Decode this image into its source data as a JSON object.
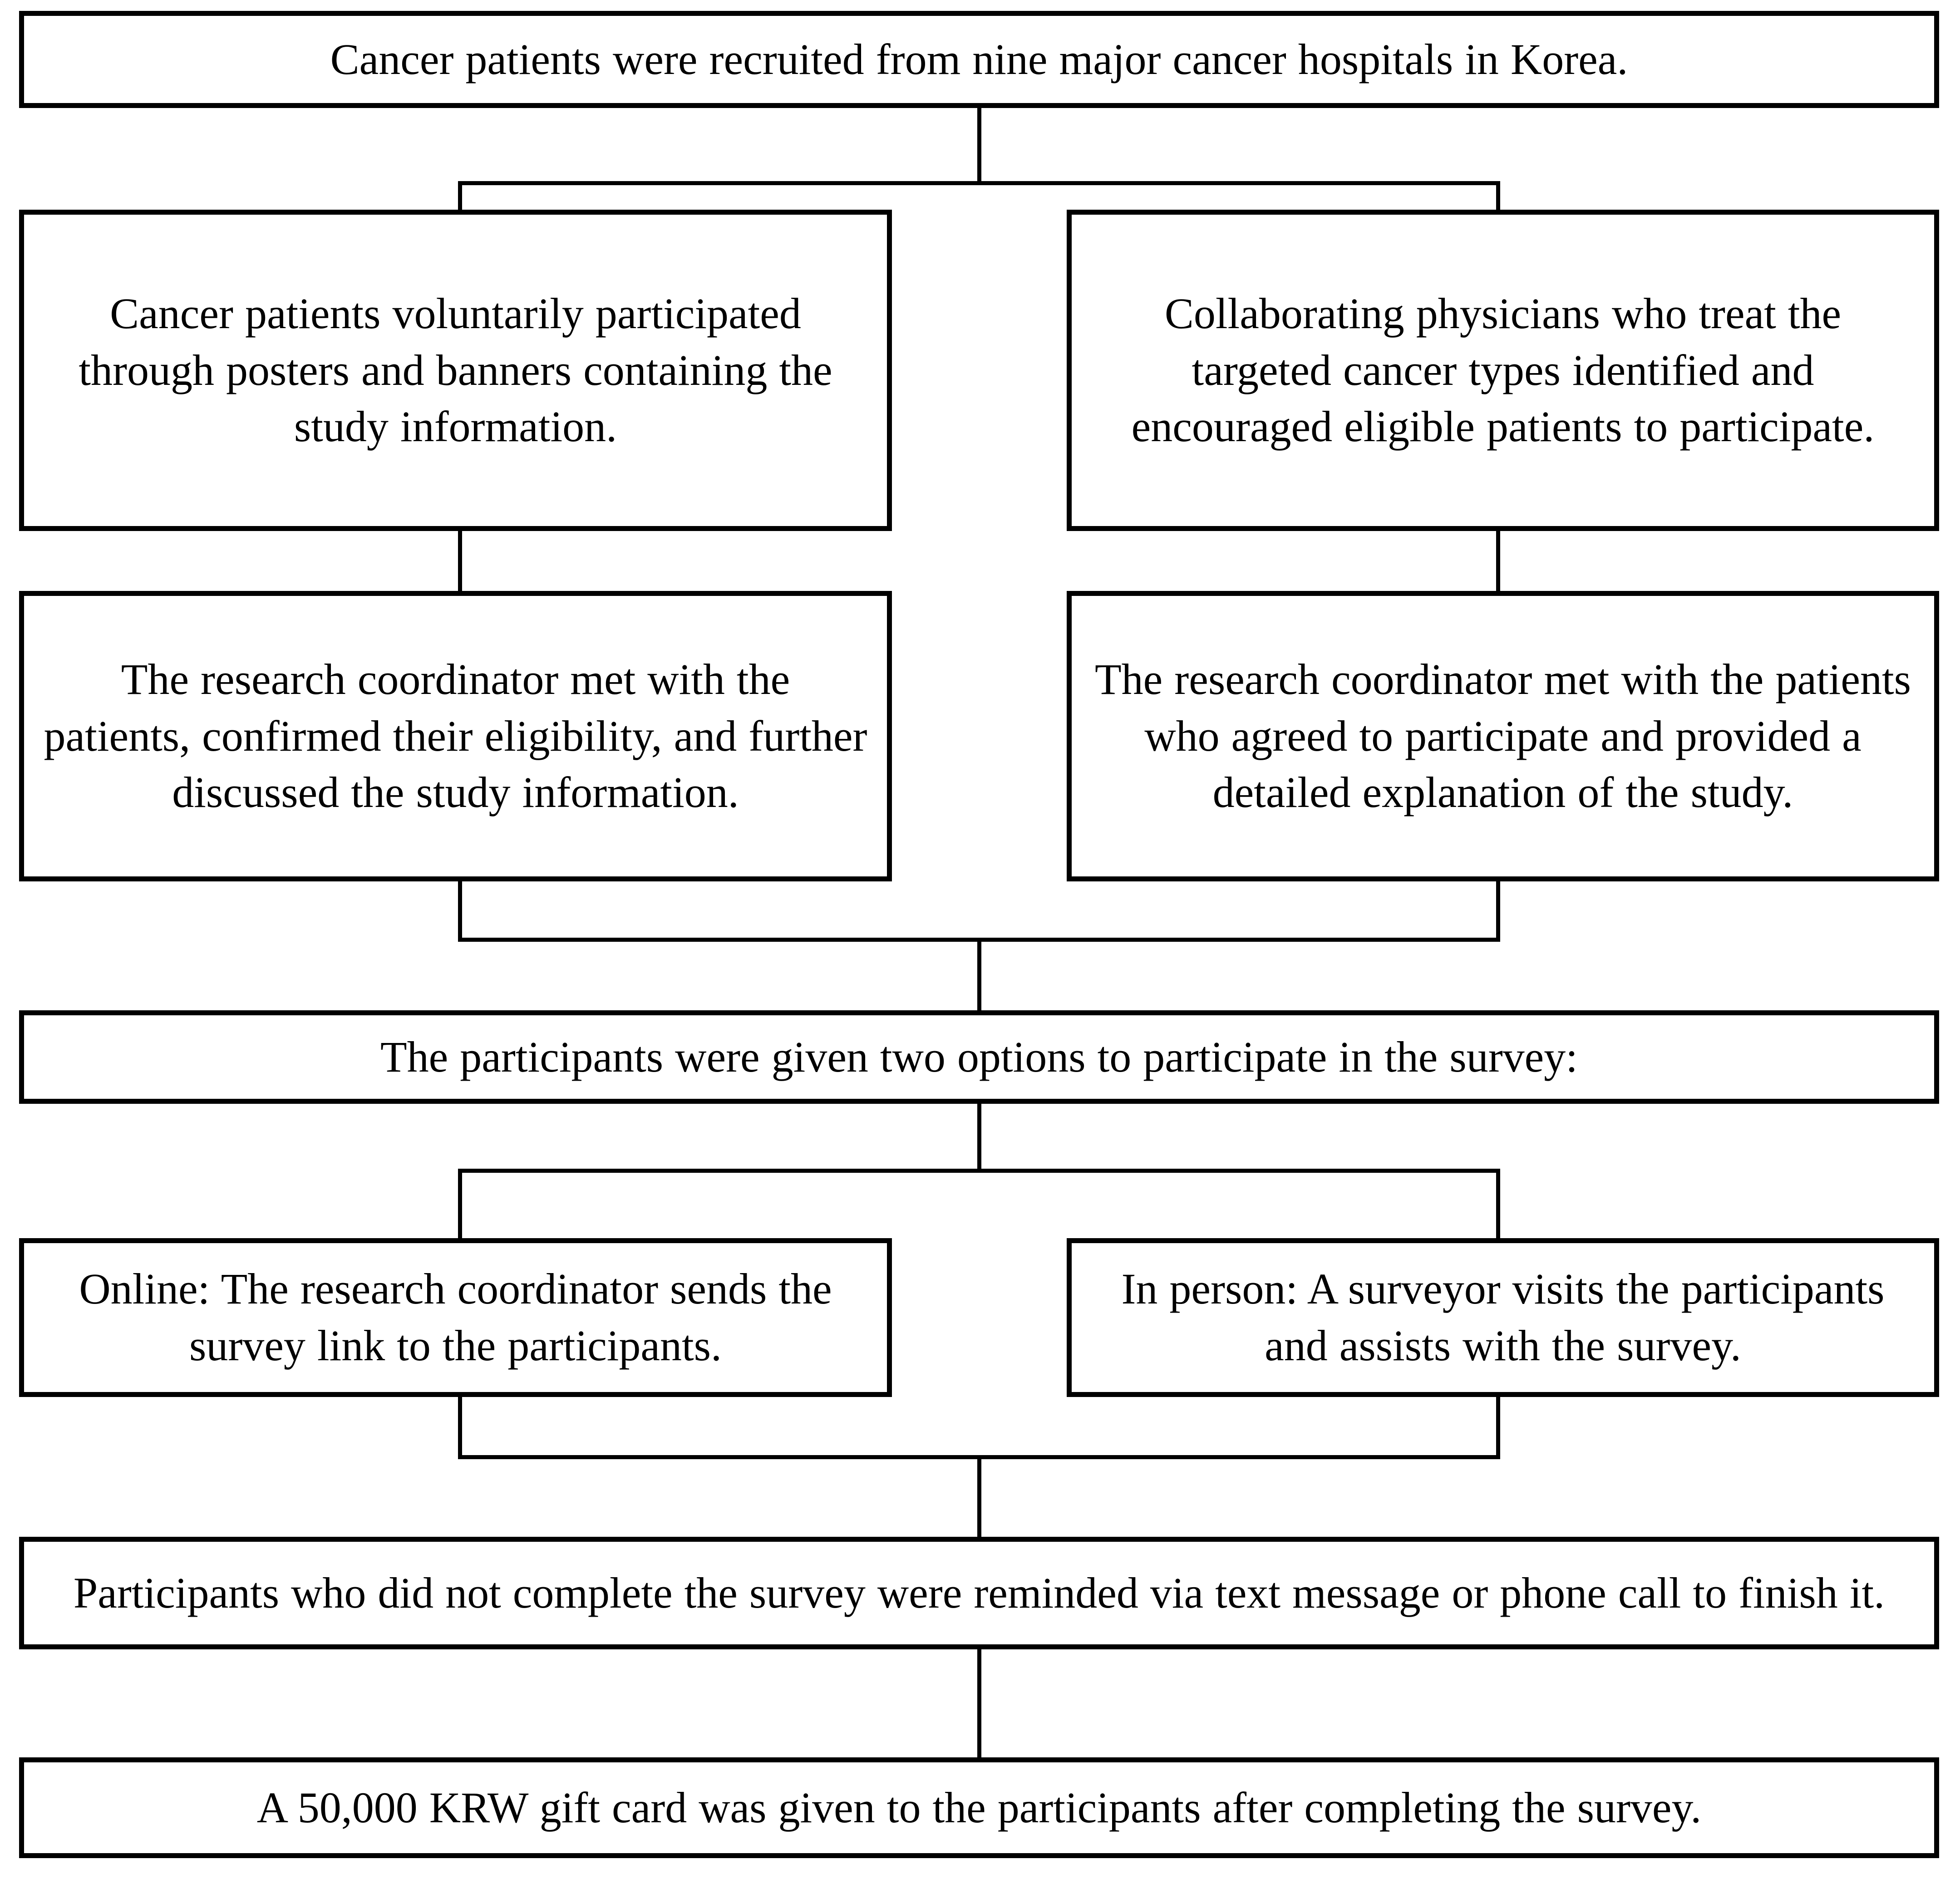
{
  "diagram": {
    "type": "flowchart",
    "orientation": "top-to-bottom",
    "background_color": "#ffffff",
    "line_color": "#000000",
    "text_color": "#000000",
    "nodes": [
      {
        "id": "recruitment",
        "text": "Cancer patients were recruited from nine major cancer hospitals in Korea."
      },
      {
        "id": "voluntary",
        "text": "Cancer patients voluntarily participated through posters and banners containing the study information."
      },
      {
        "id": "physicians",
        "text": "Collaborating physicians who treat the targeted cancer types identified and encouraged eligible patients to participate."
      },
      {
        "id": "coordinator-left",
        "text": "The research coordinator met with the patients, confirmed their eligibility, and further discussed the study information."
      },
      {
        "id": "coordinator-right",
        "text": "The research coordinator met with the patients who agreed to participate and provided a detailed explanation of the study."
      },
      {
        "id": "two-options",
        "text": "The participants were given two options to participate in the survey:"
      },
      {
        "id": "online",
        "text": "Online: The research coordinator sends the survey link to the participants."
      },
      {
        "id": "in-person",
        "text": "In person: A surveyor visits the participants and assists with the survey."
      },
      {
        "id": "reminder",
        "text": "Participants who did not complete the survey were reminded via text message or phone call to finish it."
      },
      {
        "id": "gift-card",
        "text": "A 50,000 KRW gift card was given to the participants after completing the survey."
      }
    ]
  }
}
